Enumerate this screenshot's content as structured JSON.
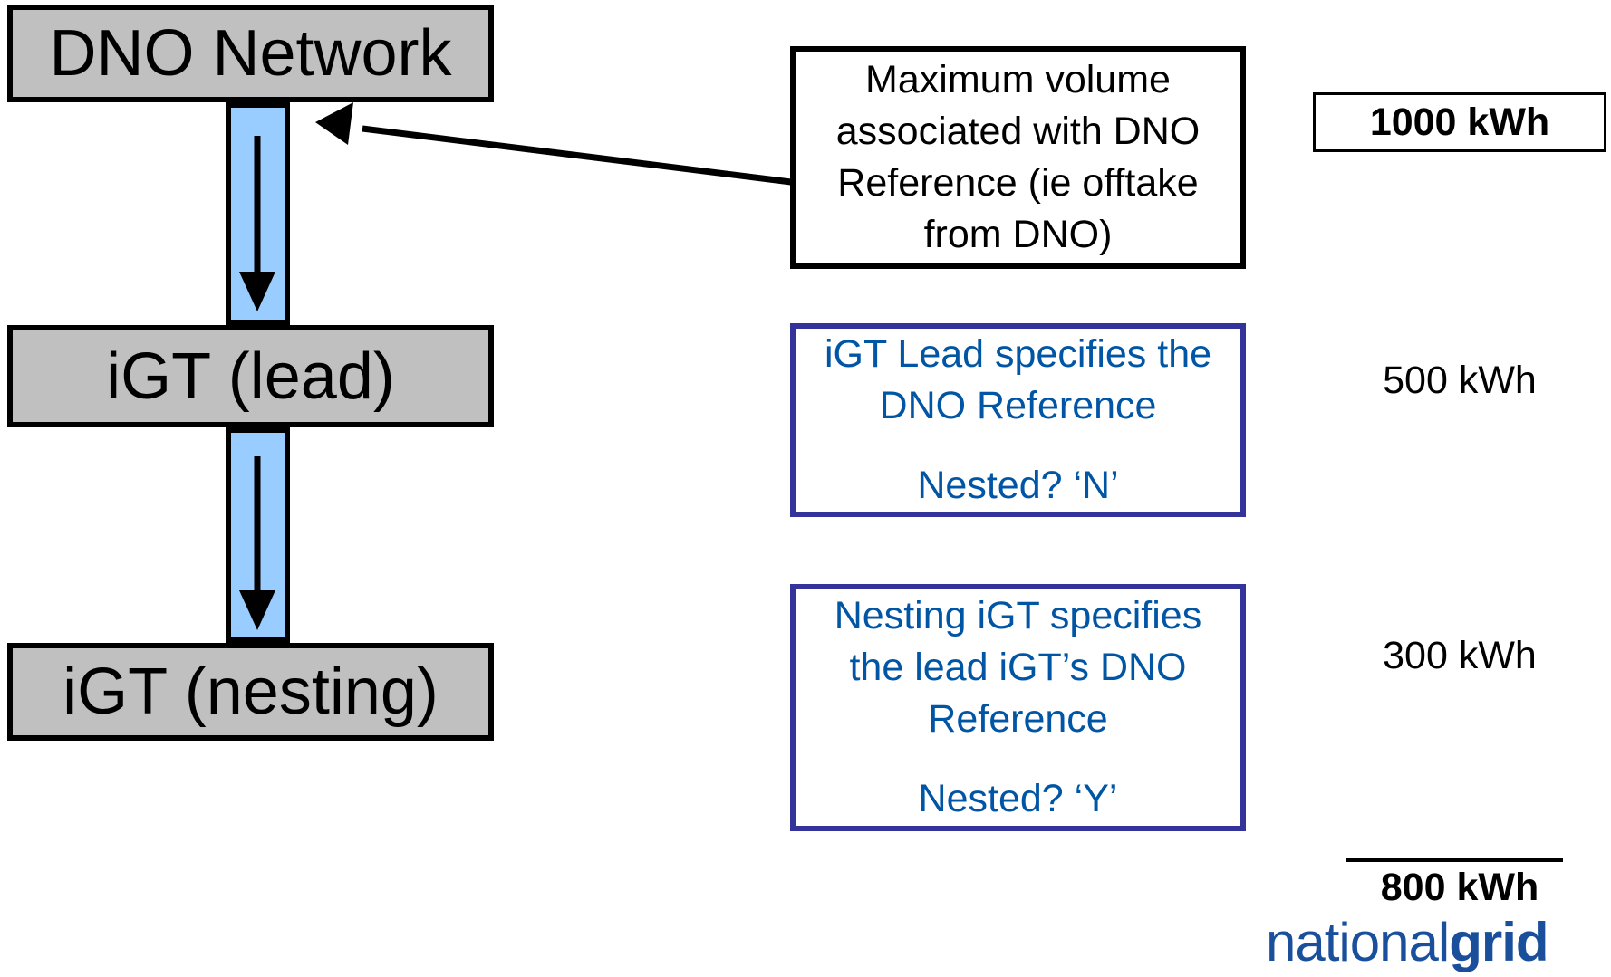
{
  "nodes": {
    "dno": "DNO Network",
    "lead": "iGT (lead)",
    "nesting": "iGT (nesting)"
  },
  "notes": {
    "max_volume": "Maximum volume associated with DNO Reference (ie offtake from DNO)",
    "lead_line1": "iGT Lead specifies the DNO Reference",
    "lead_line2": "Nested? ‘N’",
    "nesting_line1": "Nesting iGT specifies the lead iGT’s DNO Reference",
    "nesting_line2": "Nested? ‘Y’"
  },
  "volumes": {
    "dno": "1000 kWh",
    "lead": "500 kWh",
    "nesting": "300 kWh",
    "total": "800 kWh"
  },
  "logo": {
    "light": "national",
    "bold": "grid"
  },
  "colors": {
    "node_fill": "#c0c0c0",
    "connector_fill": "#99ccff",
    "blue_border": "#333399",
    "blue_text": "#0055a5",
    "logo": "#1a4f9c"
  }
}
